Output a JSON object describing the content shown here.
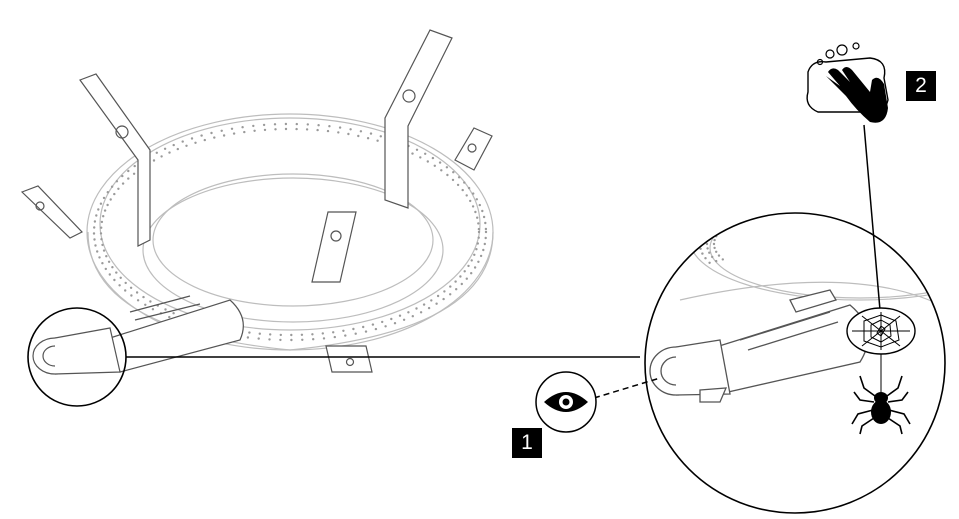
{
  "steps": [
    {
      "number": "1",
      "icon": "eye-icon",
      "meaning": "inspect-inlet"
    },
    {
      "number": "2",
      "icon": "hand-washing-icon",
      "meaning": "clean"
    }
  ],
  "hazard_icons": [
    "spider-web-icon",
    "spider-icon"
  ],
  "colors": {
    "line": "#4a4a4a",
    "light_line": "#bdbdbd",
    "badge_bg": "#000000",
    "badge_text": "#ffffff",
    "icon": "#000000"
  }
}
